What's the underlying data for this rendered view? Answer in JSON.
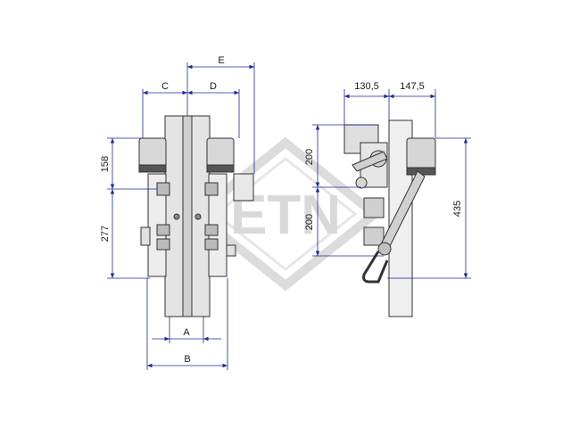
{
  "watermark": {
    "text": "ETN",
    "color": "#d9d9d9"
  },
  "colors": {
    "dimension": "#1a2a9a",
    "outline": "#333333",
    "part": "#e6e6e6",
    "dark": "#555555"
  },
  "front_view": {
    "dims": {
      "a": "A",
      "b": "B",
      "c": "C",
      "d": "D",
      "e": "E",
      "h1": "158",
      "h2": "277"
    }
  },
  "side_view": {
    "dims": {
      "w1": "130,5",
      "w2": "147,5",
      "v1": "200",
      "v2": "200",
      "total": "435"
    }
  }
}
